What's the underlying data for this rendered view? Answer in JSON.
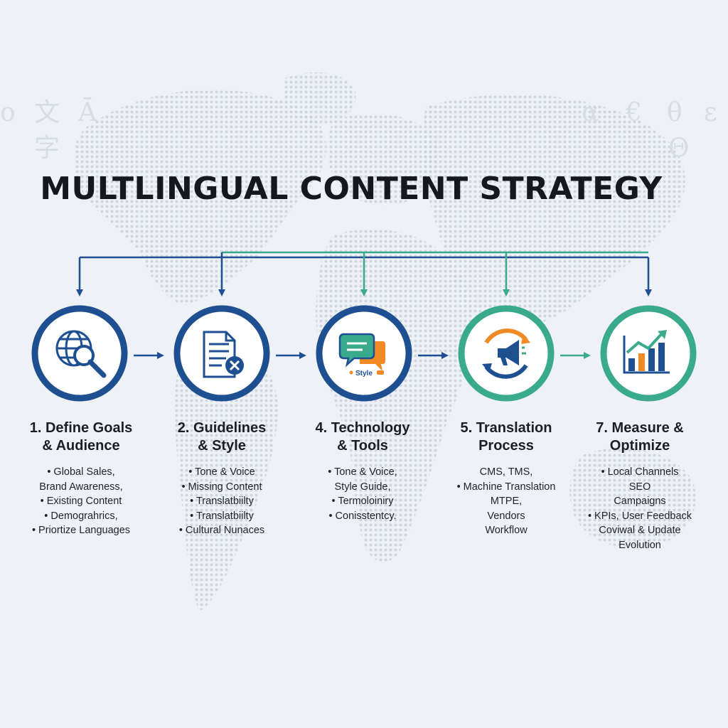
{
  "title": "MULTLINGUAL CONTENT STRATEGY",
  "colors": {
    "blue": "#1d4f91",
    "green": "#3aaa8c",
    "orange": "#f08a24",
    "background": "#eef2f6"
  },
  "steps": [
    {
      "title_lines": [
        "1. Define Goals",
        "& Audience"
      ],
      "icon": "globe-magnifier-icon",
      "ring": "blue",
      "bullets": [
        "• Global Sales,",
        "Brand Awareness,",
        "• Existing Content",
        "• Demograhrics,",
        "• Priortize Languages"
      ]
    },
    {
      "title_lines": [
        "2. Guidelines",
        "& Style"
      ],
      "icon": "document-x-icon",
      "ring": "blue",
      "bullets": [
        "• Tone & Voice",
        "• Missing Content",
        "• Translatbiilty",
        "• Translatbiilty",
        "• Cultural Nunaces"
      ]
    },
    {
      "title_lines": [
        "4. Technology",
        "& Tools"
      ],
      "icon": "chat-bubbles-icon",
      "icon_label": "Style",
      "ring": "blue",
      "bullets": [
        "• Tone & Voice,",
        "Style Guide,",
        "• Termoloiniry",
        "• Conisstentcy."
      ]
    },
    {
      "title_lines": [
        "5. Translation",
        "Process"
      ],
      "icon": "megaphone-cycle-icon",
      "ring": "green",
      "bullets": [
        "CMS, TMS,",
        "• Machine Translation",
        "MTPE,",
        "Vendors",
        "Workflow"
      ]
    },
    {
      "title_lines": [
        "7. Measure &",
        "Optimize"
      ],
      "icon": "bar-chart-growth-icon",
      "ring": "green",
      "bullets": [
        "• Local Channels",
        "SEO",
        "Campaigns",
        "• KPIs, User Feedback",
        "Coviwal & Update",
        "Evolution"
      ]
    }
  ]
}
